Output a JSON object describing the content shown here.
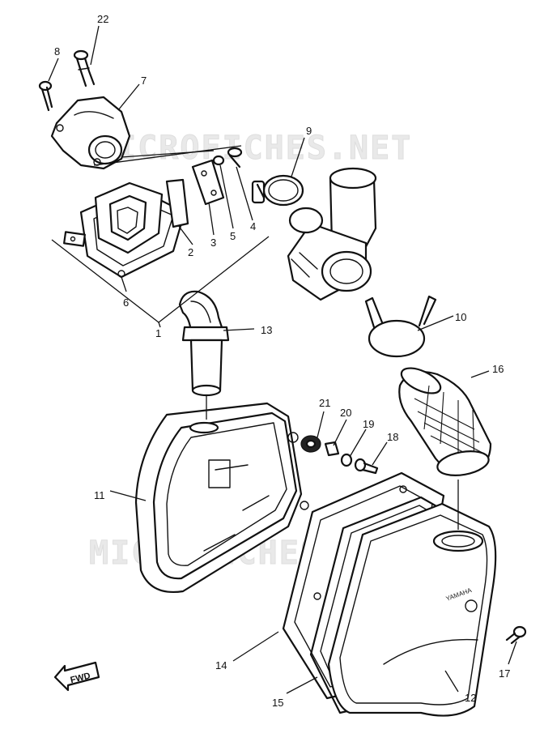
{
  "watermarks": {
    "top": "MICROFICHES.NET",
    "middle": "MICROFICHES.NET"
  },
  "direction_marker": "FWD",
  "case_decal": "YAMAHA",
  "callouts": {
    "p1": "1",
    "p2": "2",
    "p3": "3",
    "p4": "4",
    "p5": "5",
    "p6": "6",
    "p7": "7",
    "p8": "8",
    "p9": "9",
    "p10": "10",
    "p11": "11",
    "p12": "12",
    "p13": "13",
    "p14": "14",
    "p15": "15",
    "p16": "16",
    "p17": "17",
    "p18": "18",
    "p19": "19",
    "p20": "20",
    "p21": "21",
    "p22": "22"
  }
}
